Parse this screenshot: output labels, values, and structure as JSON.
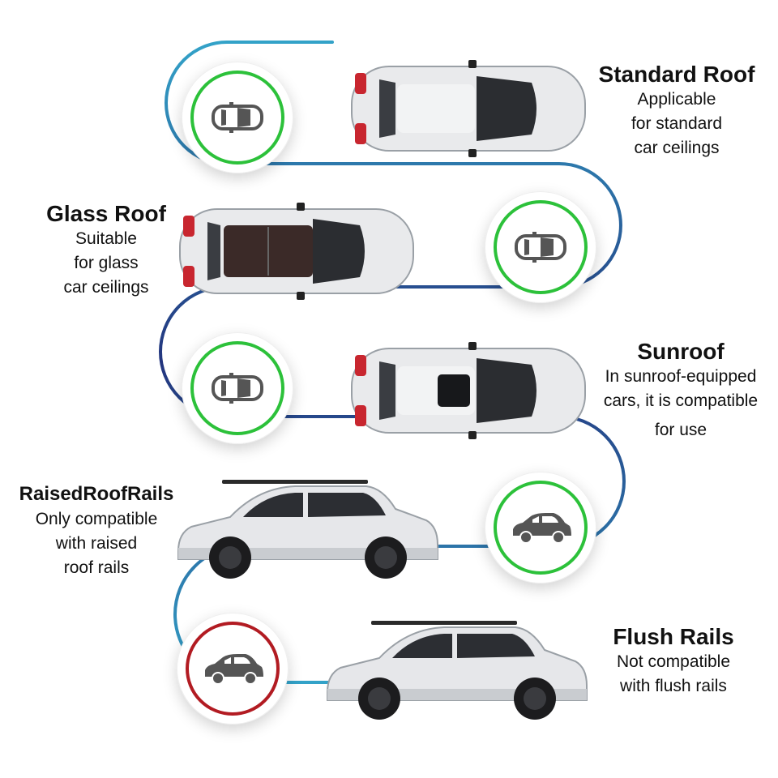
{
  "colors": {
    "compatible": "#2cc13a",
    "incompatible": "#b21b22",
    "connector": "#2a4a8a"
  },
  "items": [
    {
      "title": "Standard Roof",
      "desc": [
        "Applicable",
        "for standard",
        "car ceilings"
      ],
      "status": "compatible",
      "icon": "car-top-view-icon"
    },
    {
      "title": "Glass Roof",
      "desc": [
        "Suitable",
        "for glass",
        "car ceilings"
      ],
      "status": "compatible",
      "icon": "car-top-view-icon"
    },
    {
      "title": "Sunroof",
      "desc": [
        "In sunroof-equipped",
        "cars, it is compatible",
        "for use"
      ],
      "status": "compatible",
      "icon": "car-top-view-icon"
    },
    {
      "title": "RaisedRoofRails",
      "desc": [
        "Only compatible",
        "with raised",
        "roof rails"
      ],
      "status": "compatible",
      "icon": "car-side-view-icon"
    },
    {
      "title": "Flush Rails",
      "desc": [
        "Not compatible",
        "with flush rails"
      ],
      "status": "incompatible",
      "icon": "car-side-view-icon"
    }
  ]
}
